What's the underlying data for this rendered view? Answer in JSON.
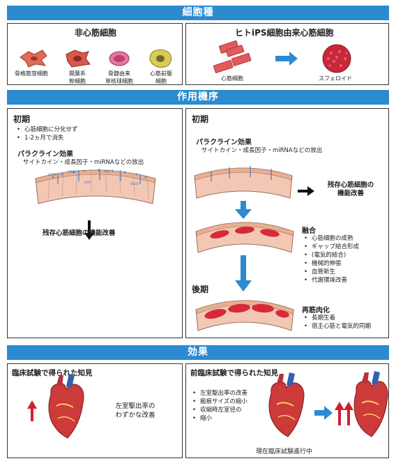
{
  "sections": {
    "cell_types": "細胞種",
    "mechanism": "作用機序",
    "effect": "効果"
  },
  "cell_types": {
    "non_cardiac_title": "非心筋細胞",
    "non_cardiac_cells": [
      {
        "label": "骨格筋芽細胞",
        "color": "#e06a55"
      },
      {
        "label": "間葉系\n幹細胞",
        "color": "#d9584a"
      },
      {
        "label": "骨髄由来\n単核球細胞",
        "color": "#d0507a"
      },
      {
        "label": "心筋前駆\n細胞",
        "color": "#d8cc55"
      }
    ],
    "ips_title": "ヒトiPS細胞由来心筋細胞",
    "cardiomyocyte_label": "心筋細胞",
    "spheroid_label": "スフェロイド"
  },
  "mechanism": {
    "left": {
      "phase": "初期",
      "bullets": [
        "心筋細胞に分化せず",
        "1-2ヵ月で消失"
      ],
      "paracrine_title": "パラクライン効果",
      "paracrine_desc": "サイトカイン・成長因子・miRNAなどの放出",
      "result": "残存心筋細胞の機能改善"
    },
    "right": {
      "phase_early": "初期",
      "paracrine_title": "パラクライン効果",
      "paracrine_desc": "サイトカイン・成長因子・miRNAなどの放出",
      "result_line1": "残存心筋細胞の",
      "result_line2": "機能改善",
      "fusion_title": "融合",
      "fusion_bullets": [
        "心筋細胞の成熟",
        "ギャップ結合形成",
        "(電気的結合)",
        "機械的伸張",
        "血管新生",
        "代謝環境改善"
      ],
      "phase_late": "後期",
      "remuscle_title": "再筋肉化",
      "remuscle_bullets": [
        "長期生着",
        "宿主心筋と電気的同期"
      ]
    },
    "factor_labels": [
      "VEGF",
      "PDGF",
      "HGF",
      "FGF",
      "VEGF",
      "HGF",
      "PDGF",
      "FGF",
      "VEGF"
    ]
  },
  "effect": {
    "left": {
      "title": "臨床試験で得られた知見",
      "line1": "左室駆出率の",
      "line2": "わずかな改善"
    },
    "right": {
      "title": "前臨床試験で得られた知見",
      "bullets": [
        "左室駆出率の改善",
        "瘢痕サイズの縮小",
        "収縮時左室径の",
        "縮小"
      ],
      "footer": "現在臨床試験進行中"
    }
  },
  "colors": {
    "header": "#2b8ad0",
    "arrow_blue": "#2b8ad0",
    "arrow_red": "#d02030",
    "tissue": "#f2c8b4",
    "graft": "#d8283a"
  }
}
